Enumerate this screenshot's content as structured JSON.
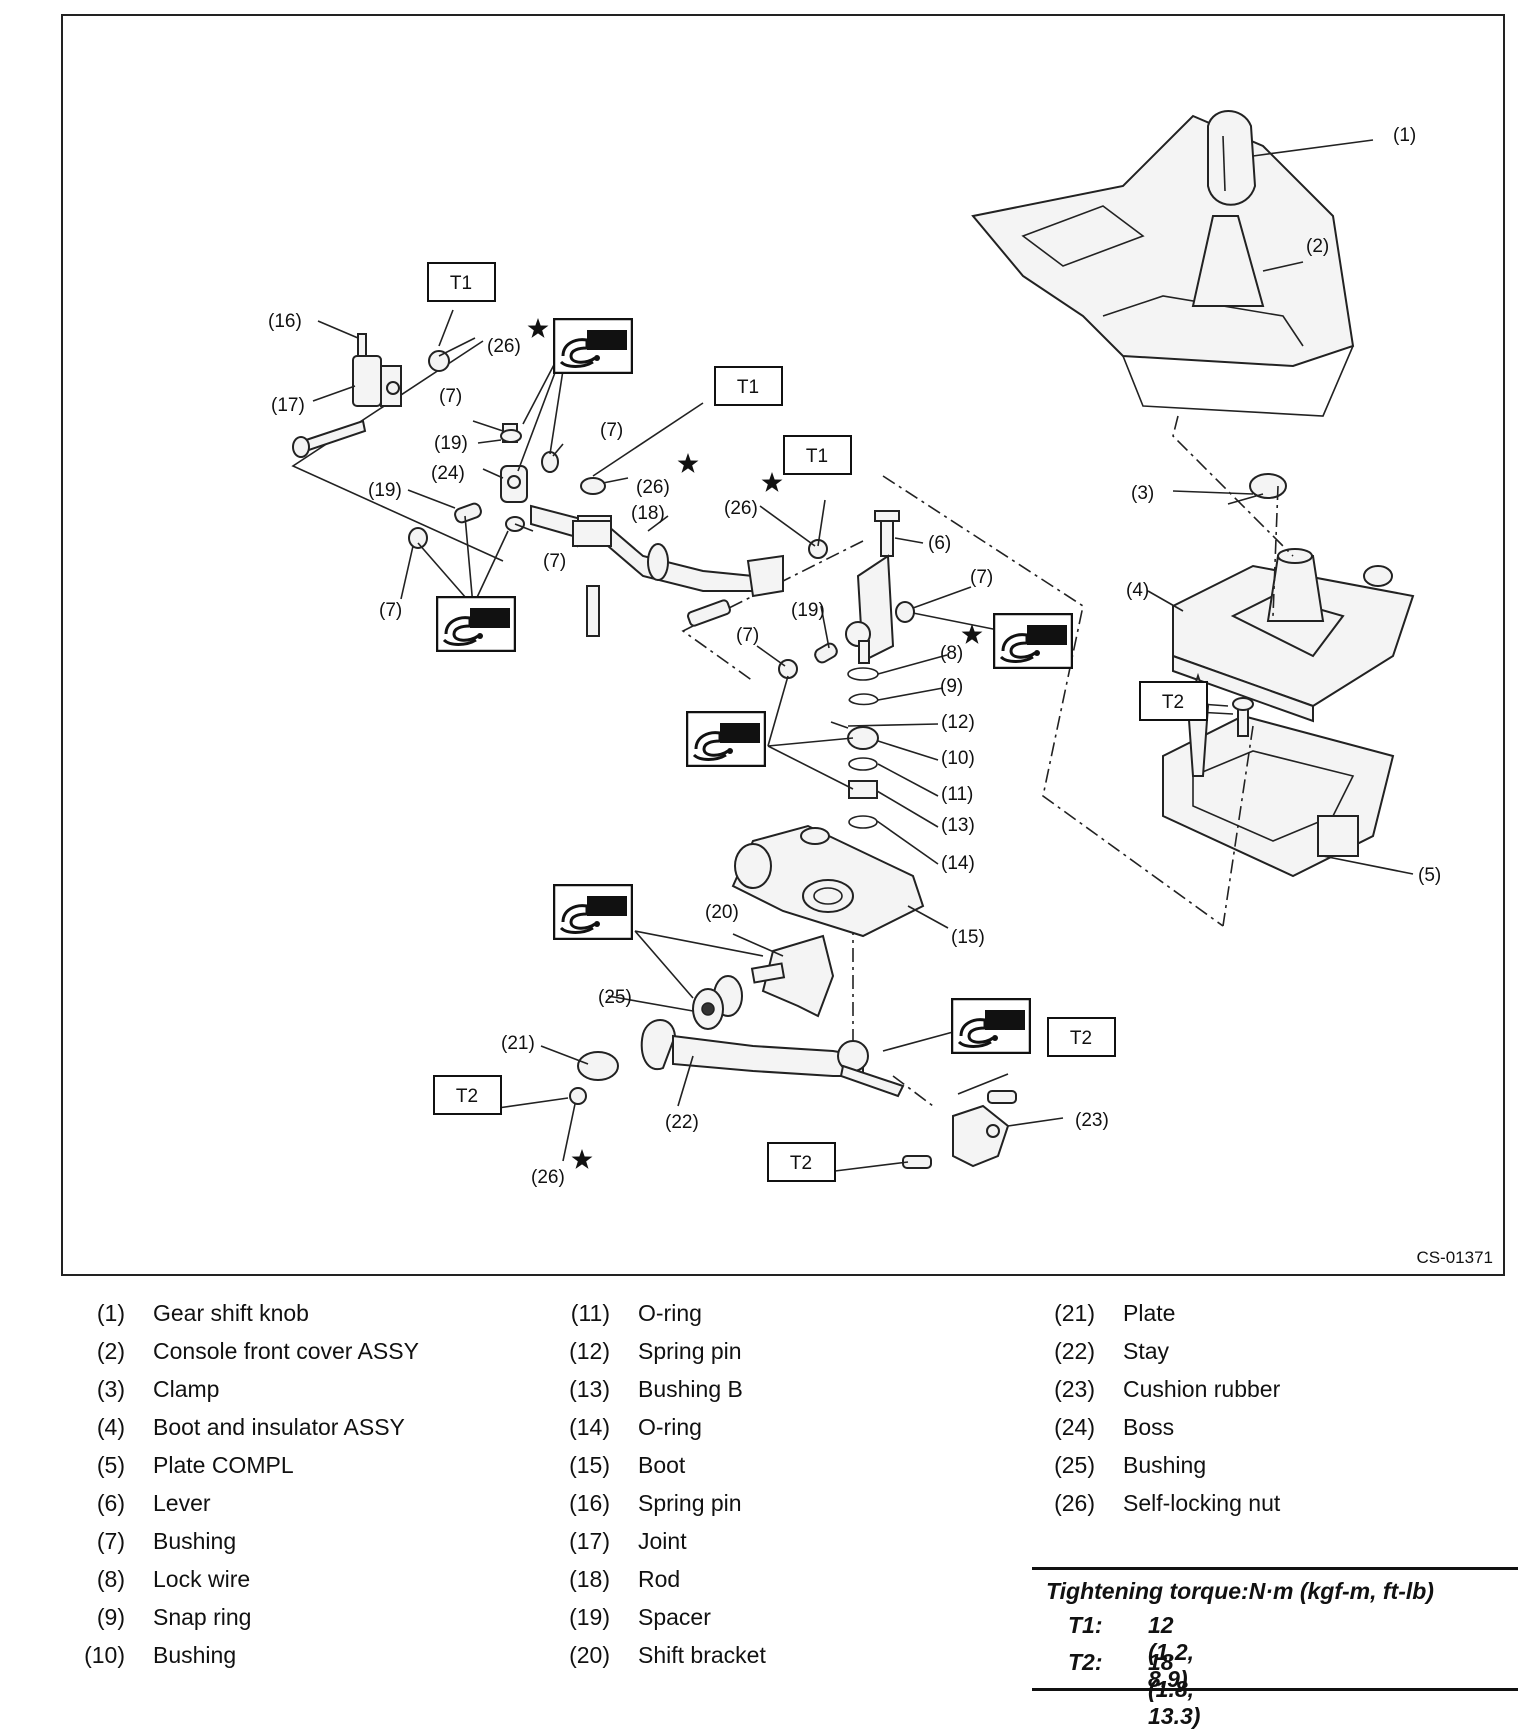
{
  "figure_code": "CS-01371",
  "callouts": {
    "c1": "(1)",
    "c2": "(2)",
    "c3": "(3)",
    "c4": "(4)",
    "c5": "(5)",
    "c6": "(6)",
    "c7": "(7)",
    "c8": "(8)",
    "c9": "(9)",
    "c10": "(10)",
    "c11": "(11)",
    "c12": "(12)",
    "c13": "(13)",
    "c14": "(14)",
    "c15": "(15)",
    "c16": "(16)",
    "c17": "(17)",
    "c18": "(18)",
    "c19": "(19)",
    "c20": "(20)",
    "c21": "(21)",
    "c22": "(22)",
    "c23": "(23)",
    "c24": "(24)",
    "c25": "(25)",
    "c26": "(26)"
  },
  "torque_tags": {
    "t1": "T1",
    "t2": "T2"
  },
  "legend": {
    "col1": [
      {
        "num": "(1)",
        "name": "Gear shift knob"
      },
      {
        "num": "(2)",
        "name": "Console front cover ASSY"
      },
      {
        "num": "(3)",
        "name": "Clamp"
      },
      {
        "num": "(4)",
        "name": "Boot and insulator ASSY"
      },
      {
        "num": "(5)",
        "name": "Plate COMPL"
      },
      {
        "num": "(6)",
        "name": "Lever"
      },
      {
        "num": "(7)",
        "name": "Bushing"
      },
      {
        "num": "(8)",
        "name": "Lock wire"
      },
      {
        "num": "(9)",
        "name": "Snap ring"
      },
      {
        "num": "(10)",
        "name": "Bushing"
      }
    ],
    "col2": [
      {
        "num": "(11)",
        "name": "O-ring"
      },
      {
        "num": "(12)",
        "name": "Spring pin"
      },
      {
        "num": "(13)",
        "name": "Bushing B"
      },
      {
        "num": "(14)",
        "name": "O-ring"
      },
      {
        "num": "(15)",
        "name": "Boot"
      },
      {
        "num": "(16)",
        "name": "Spring pin"
      },
      {
        "num": "(17)",
        "name": "Joint"
      },
      {
        "num": "(18)",
        "name": "Rod"
      },
      {
        "num": "(19)",
        "name": "Spacer"
      },
      {
        "num": "(20)",
        "name": "Shift bracket"
      }
    ],
    "col3": [
      {
        "num": "(21)",
        "name": "Plate"
      },
      {
        "num": "(22)",
        "name": "Stay"
      },
      {
        "num": "(23)",
        "name": "Cushion rubber"
      },
      {
        "num": "(24)",
        "name": "Boss"
      },
      {
        "num": "(25)",
        "name": "Bushing"
      },
      {
        "num": "(26)",
        "name": "Self-locking nut"
      }
    ]
  },
  "torque": {
    "title": "Tightening torque:N·m (kgf-m, ft-lb)",
    "rows": [
      {
        "key": "T1:",
        "value": "12 (1.2, 8.9)"
      },
      {
        "key": "T2:",
        "value": "18 (1.8, 13.3)"
      }
    ]
  }
}
